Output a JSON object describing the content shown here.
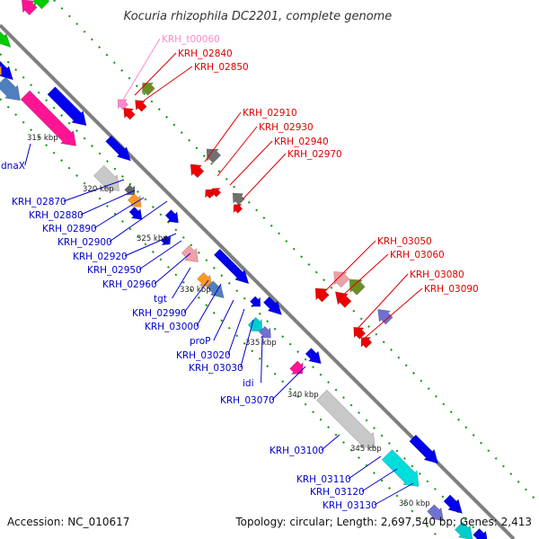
{
  "title": "Kocuria rhizophila DC2201, complete genome",
  "footer": {
    "accession": "Accession: NC_010617",
    "summary": "Topology: circular; Length: 2,697,540 bp; Genes: 2,413"
  },
  "colors": {
    "backbone": "#7f7f7f",
    "forward_label": "#0000cc",
    "reverse_label": "#dd0000",
    "rna_label": "#ff88cc",
    "dot_green": "#009900"
  },
  "kbp_marks": [
    "315 kbp",
    "320 kbp",
    "325 kbp",
    "330 kbp",
    "335 kbp",
    "340 kbp",
    "345 kbp",
    "350 kbp"
  ],
  "reverse_labels": [
    "KRH_t00060",
    "KRH_02840",
    "KRH_02850",
    "KRH_02910",
    "KRH_02930",
    "KRH_02940",
    "KRH_02970",
    "KRH_03050",
    "KRH_03060",
    "KRH_03080",
    "KRH_03090"
  ],
  "forward_labels": [
    "dnaX",
    "KRH_02870",
    "KRH_02880",
    "KRH_02890",
    "KRH_02900",
    "KRH_02920",
    "KRH_02950",
    "KRH_02960",
    "tgt",
    "KRH_02990",
    "KRH_03000",
    "proP",
    "KRH_03020",
    "KRH_03030",
    "idi",
    "KRH_03070",
    "KRH_03100",
    "KRH_03110",
    "KRH_03120",
    "KRH_03130"
  ]
}
